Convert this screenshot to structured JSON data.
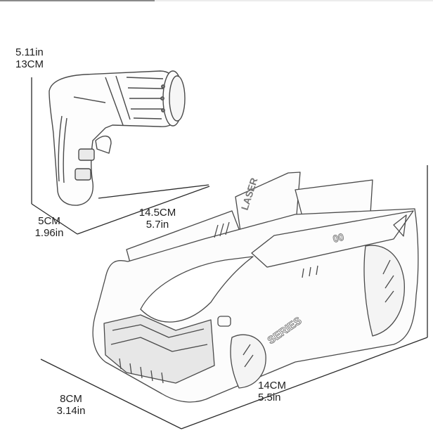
{
  "figure": {
    "subject": "Laser-guided wall-climbing RC car with laser gun controller — dimension sketch",
    "colors": {
      "background": "#ffffff",
      "line": "#2a2a2a",
      "sketch": "#555555",
      "text": "#1e1e1e"
    }
  },
  "controller": {
    "name": "laser-gun-controller",
    "height": {
      "imperial": "5.11in",
      "metric": "13CM"
    },
    "depth": {
      "metric": "5CM",
      "imperial": "1.96in"
    },
    "length": {
      "metric": "14.5CM",
      "imperial": "5.7in"
    }
  },
  "car": {
    "name": "wall-climbing-car",
    "decals": [
      "LASER",
      "00",
      "SERIES"
    ],
    "width": {
      "metric": "8CM",
      "imperial": "3.14in"
    },
    "length": {
      "metric": "14CM",
      "imperial": "5.5in"
    }
  }
}
